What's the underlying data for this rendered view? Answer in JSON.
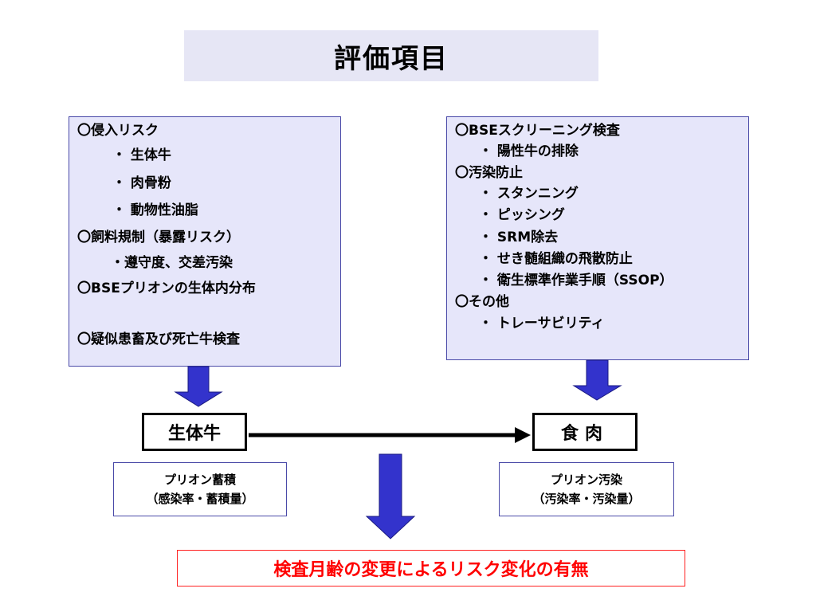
{
  "title": "評価項目",
  "left_panel": {
    "items": [
      {
        "text": "〇侵入リスク"
      },
      {
        "text": "・ 生体牛"
      },
      {
        "text": "・ 肉骨粉"
      },
      {
        "text": "・ 動物性油脂"
      },
      {
        "text": "〇飼料規制（暴露リスク）"
      },
      {
        "text": "・遵守度、交差汚染"
      },
      {
        "text": "〇BSEプリオンの生体内分布"
      },
      {
        "text": "〇疑似患畜及び死亡牛検査"
      }
    ]
  },
  "right_panel": {
    "items": [
      {
        "text": "〇BSEスクリーニング検査"
      },
      {
        "text": "・ 陽性牛の排除"
      },
      {
        "text": "〇汚染防止"
      },
      {
        "text": "・ スタンニング"
      },
      {
        "text": "・ ピッシング"
      },
      {
        "text": "・ SRM除去"
      },
      {
        "text": "・ せき髄組織の飛散防止"
      },
      {
        "text": "・ 衛生標準作業手順（SSOP）"
      },
      {
        "text": "〇その他"
      },
      {
        "text": "・ トレーサビリティ"
      }
    ]
  },
  "nodes": {
    "cattle": "生体牛",
    "meat": "食肉"
  },
  "info_left": {
    "line1": "プリオン蓄積",
    "line2": "（感染率・蓄積量）"
  },
  "info_right": {
    "line1": "プリオン汚染",
    "line2": "（汚染率・汚染量）"
  },
  "result": "検査月齢の変更によるリスク変化の有無",
  "colors": {
    "panel_bg": "#e6e6fa",
    "arrow_blue": "#3333cc",
    "result_red": "#ff0000"
  }
}
